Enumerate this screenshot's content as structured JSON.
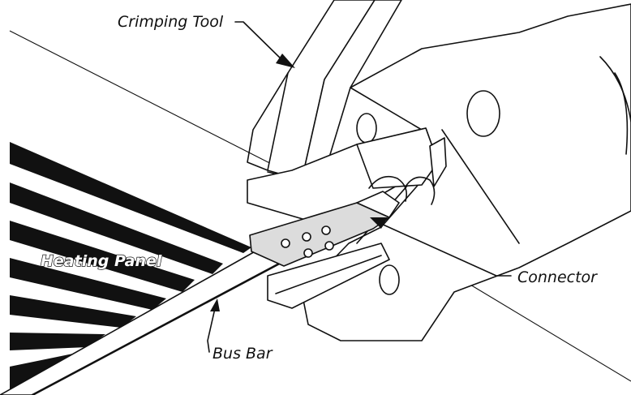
{
  "labels": {
    "crimping_tool": "Crimping Tool",
    "heating_panel": "Heating Panel",
    "connector": "Connector",
    "bus_bar": "Bus Bar"
  },
  "colors": {
    "ink": "#111111",
    "background": "#ffffff",
    "connector_fill": "#dcdcdc"
  }
}
